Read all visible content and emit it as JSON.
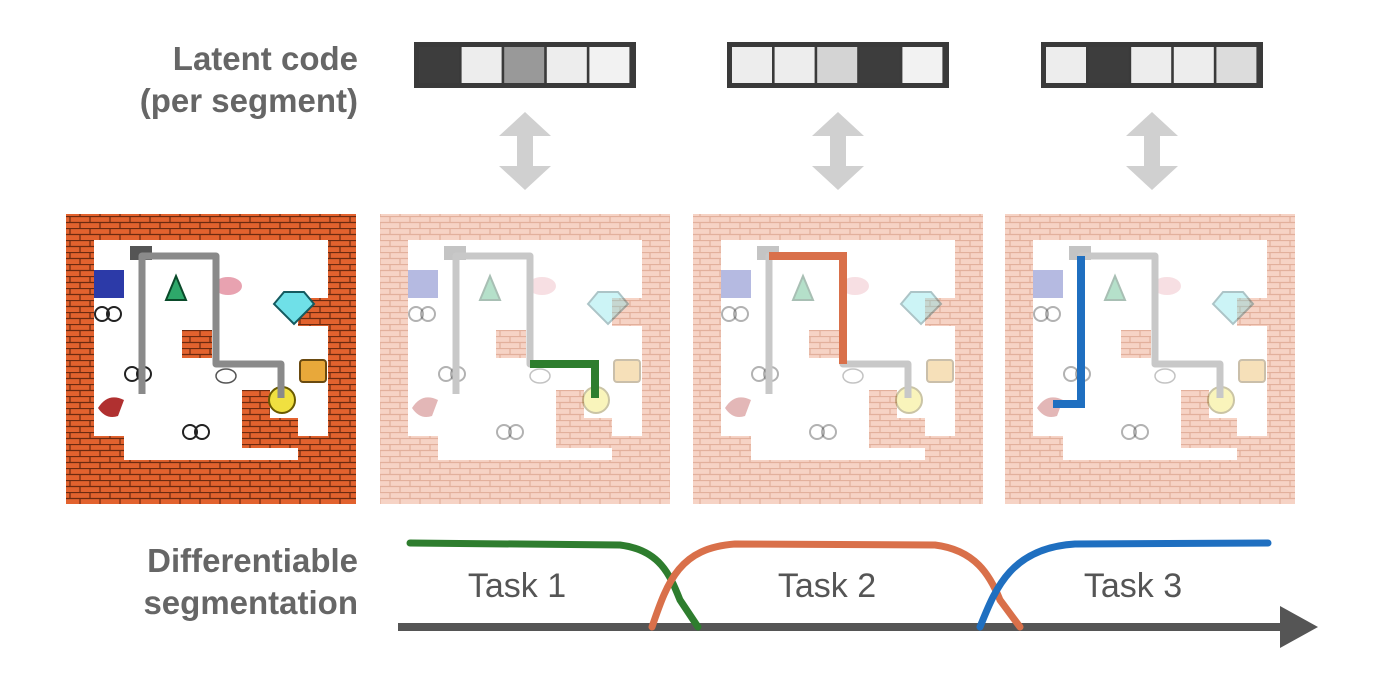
{
  "labels": {
    "latent": [
      "Latent code",
      "(per segment)"
    ],
    "segmentation": [
      "Differentiable",
      "segmentation"
    ]
  },
  "latent_codes": [
    [
      "#3d3d3d",
      "#ededed",
      "#999999",
      "#ededed",
      "#f2f2f2"
    ],
    [
      "#ededed",
      "#ededed",
      "#d4d4d4",
      "#3d3d3d",
      "#f2f2f2"
    ],
    [
      "#ededed",
      "#3d3d3d",
      "#ededed",
      "#ededed",
      "#dcdcdc"
    ]
  ],
  "tasks": [
    {
      "label": "Task 1",
      "color": "#2e7d2e"
    },
    {
      "label": "Task 2",
      "color": "#d9704a"
    },
    {
      "label": "Task 3",
      "color": "#1f6fc0"
    }
  ],
  "colors": {
    "brick": "#e2622e",
    "brick_faded": "#f5cdbd",
    "path_gray": "#8a8a8a",
    "axis": "#555555",
    "arrow": "#d0d0d0"
  }
}
